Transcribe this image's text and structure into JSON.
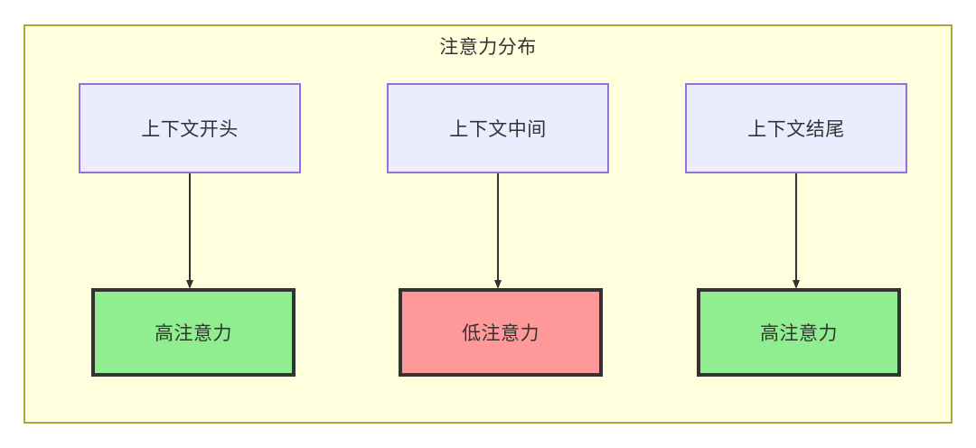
{
  "diagram": {
    "title": "注意力分布",
    "container": {
      "fill": "#ffffde",
      "stroke": "#aaaa33"
    },
    "columns": [
      {
        "id": "col-1",
        "source": {
          "label": "上下文开头",
          "fill": "#ececff",
          "stroke": "#9370db"
        },
        "result": {
          "label": "高注意力",
          "fill": "#90ee90",
          "stroke": "#333333",
          "state": "high"
        },
        "edge": {
          "label": "",
          "style": "solid-arrow"
        }
      },
      {
        "id": "col-2",
        "source": {
          "label": "上下文中间",
          "fill": "#ececff",
          "stroke": "#9370db"
        },
        "result": {
          "label": "低注意力",
          "fill": "#ff9999",
          "stroke": "#333333",
          "state": "low"
        },
        "edge": {
          "label": "",
          "style": "solid-arrow"
        }
      },
      {
        "id": "col-3",
        "source": {
          "label": "上下文结尾",
          "fill": "#ececff",
          "stroke": "#9370db"
        },
        "result": {
          "label": "高注意力",
          "fill": "#90ee90",
          "stroke": "#333333",
          "state": "high"
        },
        "edge": {
          "label": "",
          "style": "solid-arrow"
        }
      }
    ]
  }
}
